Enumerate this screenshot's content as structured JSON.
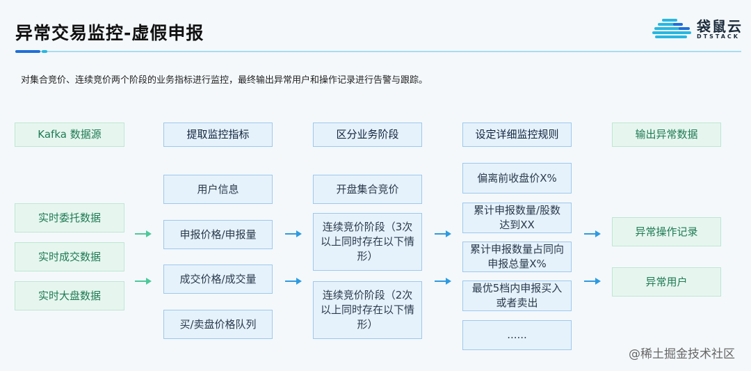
{
  "title": "异常交易监控-虚假申报",
  "logo": {
    "name": "袋鼠云",
    "sub": "DTSTACK",
    "icon": "cloud-logo-icon"
  },
  "description": "对集合竞价、连续竞价两个阶段的业务指标进行监控，最终输出异常用户和操作记录进行告警与跟踪。",
  "columns": [
    {
      "header": "Kafka 数据源",
      "items": [
        "实时委托数据",
        "实时成交数据",
        "实时大盘数据"
      ]
    },
    {
      "header": "提取监控指标",
      "items": [
        "用户信息",
        "申报价格/申报量",
        "成交价格/成交量",
        "买/卖盘价格队列"
      ]
    },
    {
      "header": "区分业务阶段",
      "items": [
        "开盘集合竞价",
        "连续竞价阶段（3次以上同时存在以下情形）",
        "连续竞价阶段（2次以上同时存在以下情形）"
      ]
    },
    {
      "header": "设定详细监控规则",
      "items": [
        "偏离前收盘价X%",
        "累计申报数量/股数达到XX",
        "累计申报数量占同向申报总量X%",
        "最优5档内申报买入或者卖出",
        "......"
      ]
    },
    {
      "header": "输出异常数据",
      "items": [
        "异常操作记录",
        "异常用户"
      ]
    }
  ],
  "watermark": "@稀土掘金技术社区",
  "colors": {
    "accent_blue": "#1f6fd8",
    "green_border": "#bfe6d2",
    "blue_border": "#9cc8ee"
  }
}
